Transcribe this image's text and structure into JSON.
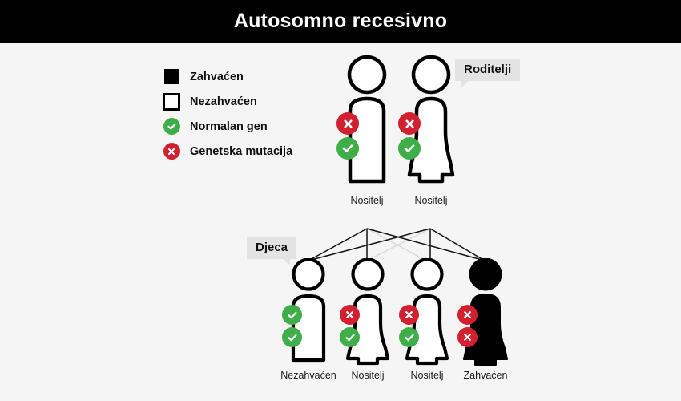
{
  "header": {
    "title": "Autosomno recesivno",
    "background": "#000000",
    "text_color": "#ffffff"
  },
  "colors": {
    "page_background": "#f5f5f5",
    "figure_stroke": "#000000",
    "affected_fill": "#000000",
    "green": "#3fae49",
    "red": "#d1202f",
    "bubble_background": "#e3e3e3",
    "line": "#111111",
    "line_faint": "#d8d8d8"
  },
  "legend": {
    "items": [
      {
        "label": "Zahvaćen",
        "icon": "filled-square-icon"
      },
      {
        "label": "Nezahvaćen",
        "icon": "open-square-icon"
      },
      {
        "label": "Normalan gen",
        "icon": "green-check-circle-icon"
      },
      {
        "label": "Genetska mutacija",
        "icon": "red-cross-circle-icon"
      }
    ]
  },
  "callouts": {
    "parents": "Roditelji",
    "children": "Djeca"
  },
  "pedigree": {
    "parents": [
      {
        "id": "father",
        "sex": "male",
        "status": "carrier",
        "label": "Nositelj",
        "affected": false,
        "alleles": [
          "mutation",
          "normal"
        ]
      },
      {
        "id": "mother",
        "sex": "female",
        "status": "carrier",
        "label": "Nositelj",
        "affected": false,
        "alleles": [
          "mutation",
          "normal"
        ]
      }
    ],
    "children": [
      {
        "id": "child-1",
        "sex": "male",
        "status": "unaffected",
        "label": "Nezahvaćen",
        "affected": false,
        "alleles": [
          "normal",
          "normal"
        ]
      },
      {
        "id": "child-2",
        "sex": "female",
        "status": "carrier",
        "label": "Nositelj",
        "affected": false,
        "alleles": [
          "mutation",
          "normal"
        ]
      },
      {
        "id": "child-3",
        "sex": "female",
        "status": "carrier",
        "label": "Nositelj",
        "affected": false,
        "alleles": [
          "mutation",
          "normal"
        ]
      },
      {
        "id": "child-4",
        "sex": "female",
        "status": "affected",
        "label": "Zahvaćen",
        "affected": true,
        "alleles": [
          "mutation",
          "mutation"
        ]
      }
    ]
  }
}
